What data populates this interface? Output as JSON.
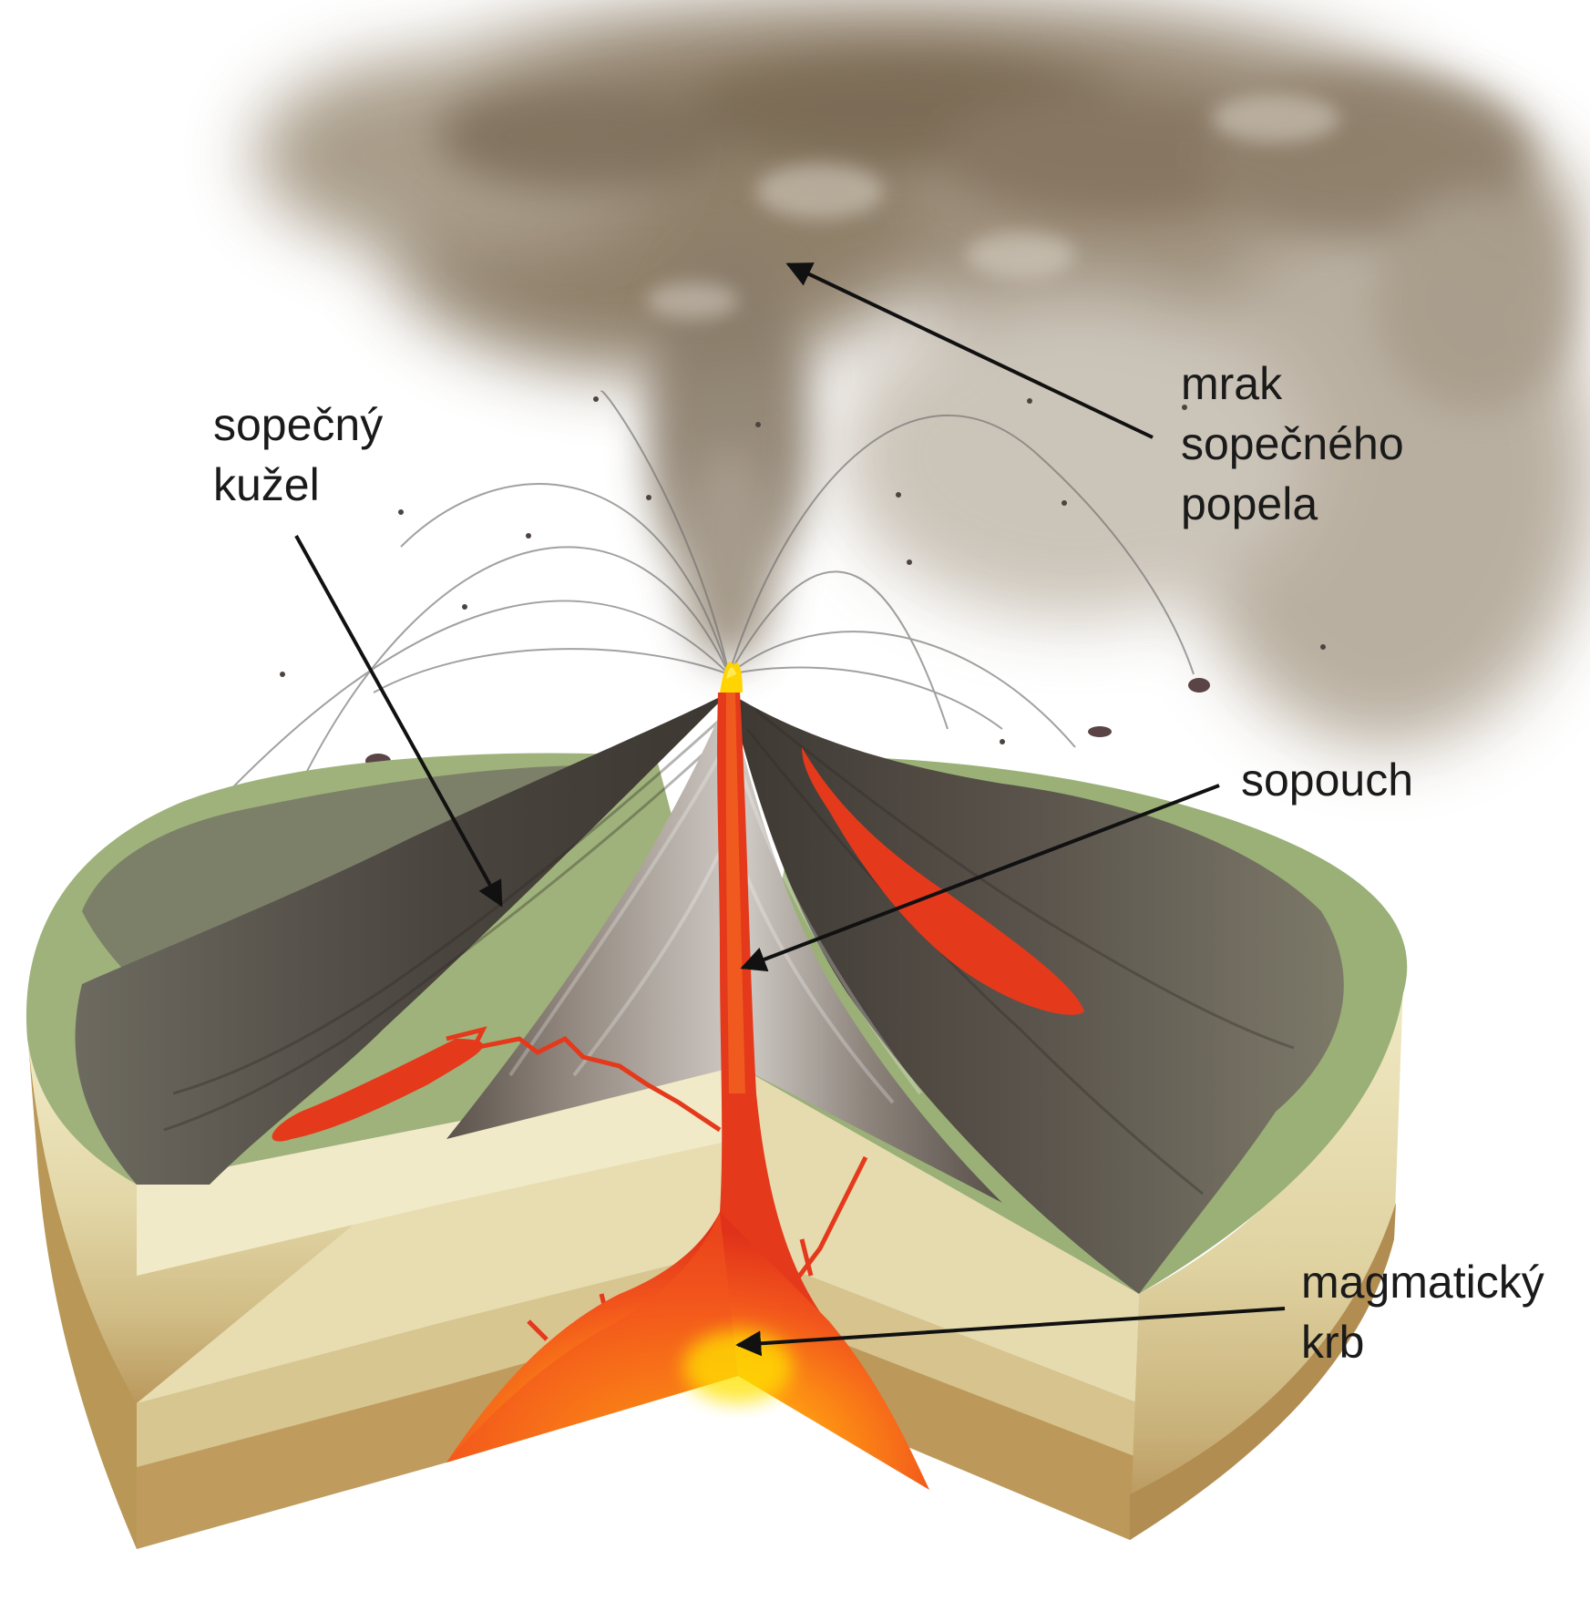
{
  "diagram": {
    "colors": {
      "ash_cloud": "#8a7a64",
      "cone_dark": "#4e4840",
      "cone_light": "#a79f97",
      "grass": "#9fb27c",
      "soil_light": "#ece3bc",
      "soil_dark": "#b8945a",
      "magma": "#e8381a",
      "magma_hot": "#ffd400",
      "arrow": "#111111"
    },
    "labels": {
      "ash_cloud": [
        "mrak",
        "sopečného",
        "popela"
      ],
      "cone": [
        "sopečný",
        "kužel"
      ],
      "vent": [
        "sopouch"
      ],
      "chamber": [
        "magmatický",
        "krb"
      ]
    }
  }
}
